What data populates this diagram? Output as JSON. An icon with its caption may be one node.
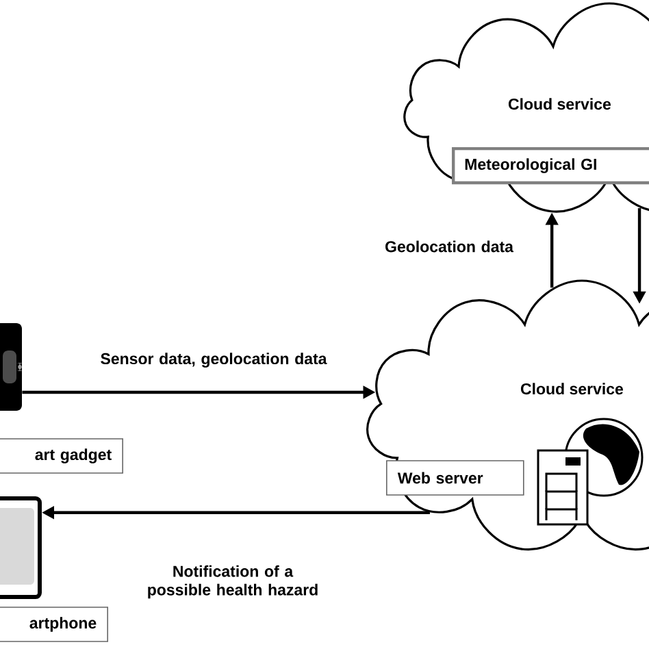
{
  "diagram": {
    "nodes": [
      {
        "text": [
          "Cloud service"
        ]
      },
      {
        "text": [
          "Meteorological GI"
        ],
        "in": 0
      },
      {
        "text": [
          "Cloud service"
        ]
      },
      {
        "text": [
          "Web server"
        ],
        "in": 2
      },
      {
        "text": [],
        "shape": "picture"
      },
      {
        "text": [
          "art gadget"
        ]
      },
      {
        "text": [],
        "shape": "picture"
      },
      {
        "text": [
          "artphone"
        ]
      }
    ],
    "edges": [
      {
        "from": 4,
        "to": 2,
        "arrow": "to",
        "label": "Sensor data, geolocation data"
      },
      {
        "from": 2,
        "to": 6,
        "arrow": "to",
        "label": "Notification of a possible health hazard"
      },
      {
        "from": 2,
        "to": 0,
        "arrow": "to",
        "label": "Geolocation data"
      },
      {
        "from": 0,
        "to": 2,
        "arrow": "to"
      }
    ]
  }
}
